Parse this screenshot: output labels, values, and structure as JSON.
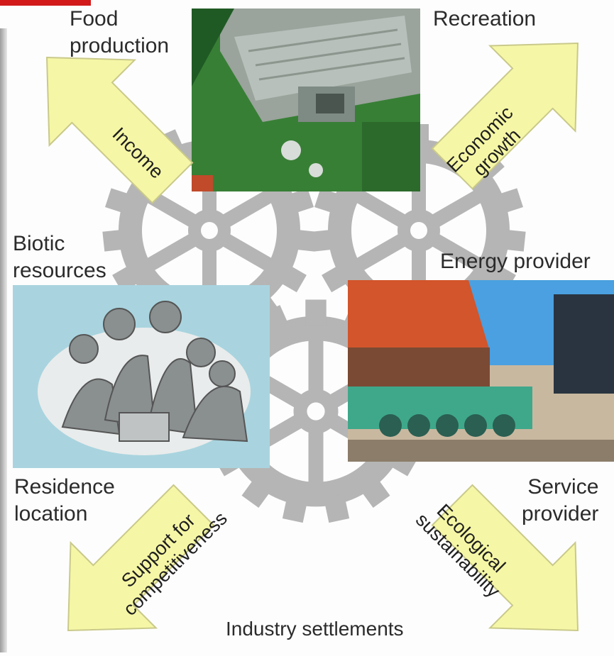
{
  "labels": {
    "top_left": [
      "Food",
      "production"
    ],
    "top_right": "Recreation",
    "mid_left": [
      "Biotic",
      "resources"
    ],
    "mid_right": "Energy provider",
    "bottom_left": [
      "Residence",
      "location"
    ],
    "bottom_right": [
      "Service",
      "provider"
    ],
    "bottom_center": "Industry settlements"
  },
  "arrows": {
    "top_left": [
      "Income"
    ],
    "top_right": [
      "Economic",
      "growth"
    ],
    "bottom_left": [
      "Support for",
      "competitiveness"
    ],
    "bottom_right": [
      "Ecological",
      "sustainability"
    ]
  },
  "colors": {
    "arrow_fill": "#f6f7a6",
    "arrow_stroke": "#c9c98a",
    "gear": "#b5b5b5",
    "accent_red": "#d21a1a",
    "photo_bg_left": "#a9d4df"
  },
  "icons": [
    "gear-icon",
    "arrow-icon"
  ]
}
